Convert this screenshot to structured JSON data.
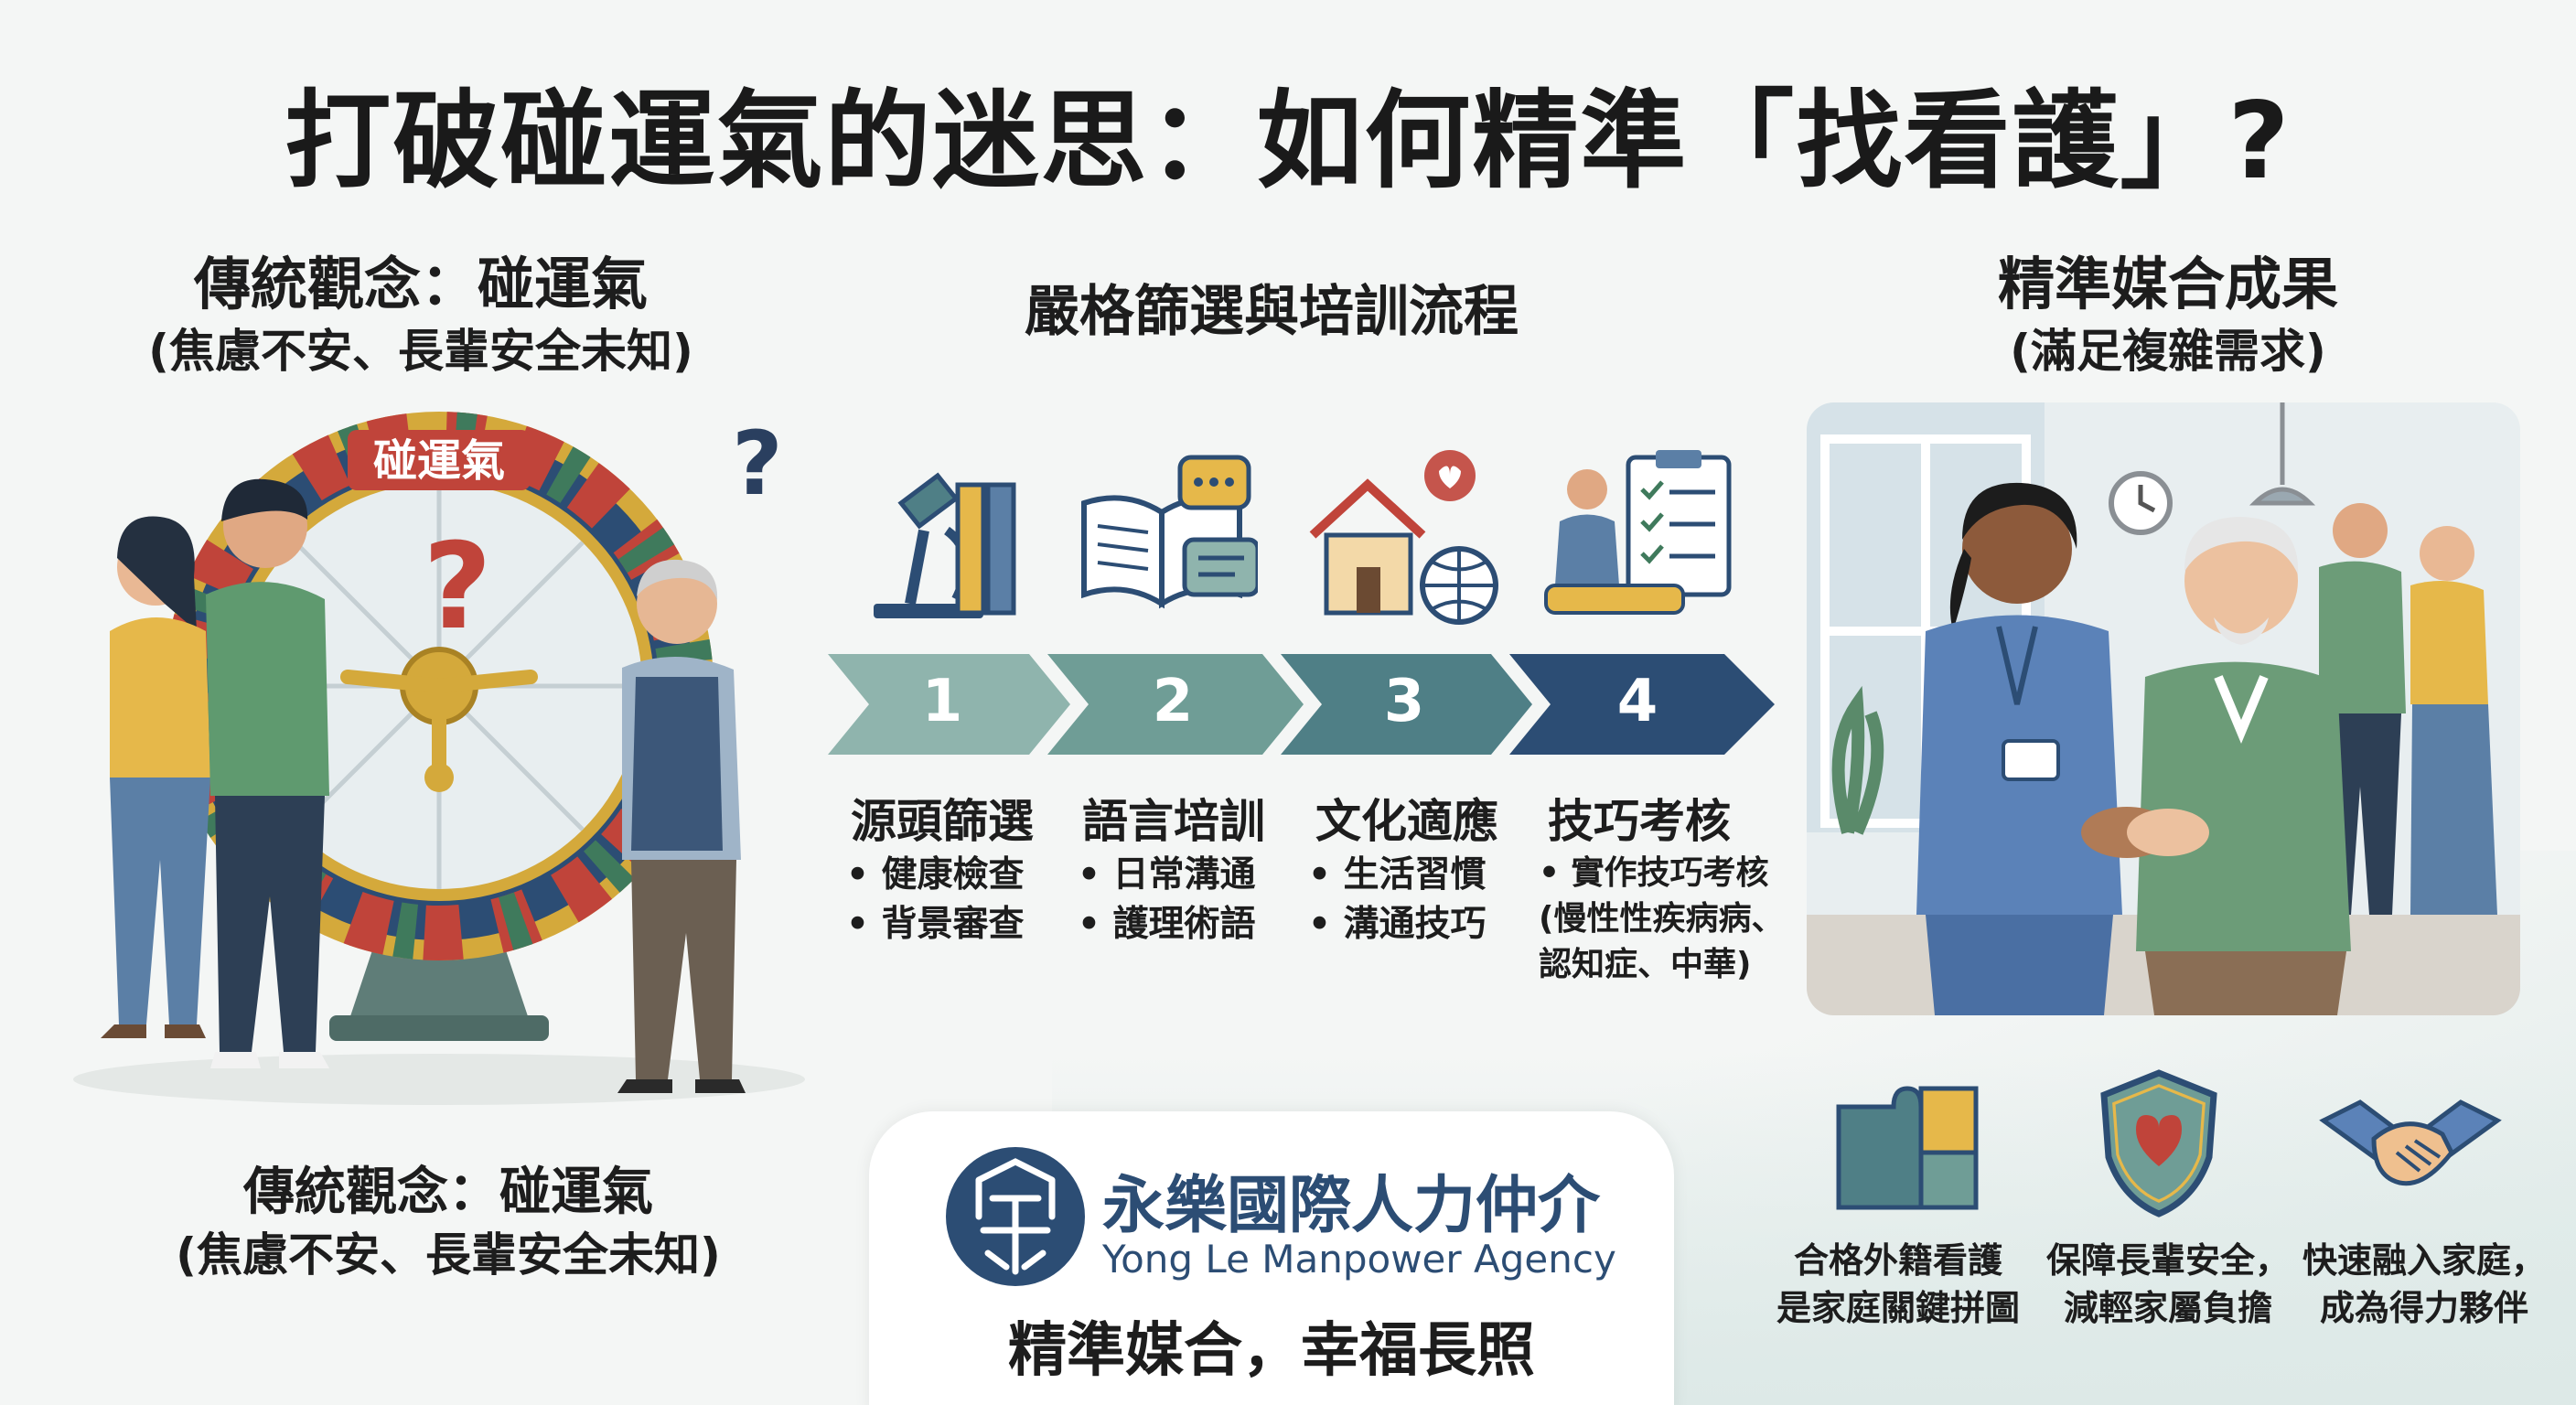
{
  "title": "打破碰運氣的迷思：如何精準「找看護」?",
  "left_section": {
    "heading": "傳統觀念：碰運氣",
    "subheading": "(焦慮不安、長輩安全未知)",
    "wheel_label": "碰運氣",
    "question_mark": "?",
    "bottom_heading": "傳統觀念：碰運氣",
    "bottom_subheading": "(焦慮不安、長輩安全未知)"
  },
  "process": {
    "heading": "嚴格篩選與培訓流程",
    "steps": [
      {
        "number": "1",
        "title": "源頭篩選",
        "bullets": [
          "• 健康檢查",
          "• 背景審查"
        ],
        "icon": "microscope-icon",
        "color": "#8fb4ad"
      },
      {
        "number": "2",
        "title": "語言培訓",
        "bullets": [
          "• 日常溝通",
          "• 護理術語"
        ],
        "icon": "book-chat-icon",
        "color": "#6f9d96"
      },
      {
        "number": "3",
        "title": "文化適應",
        "bullets": [
          "• 生活習慣",
          "• 溝通技巧"
        ],
        "icon": "house-globe-icon",
        "color": "#4f7f86"
      },
      {
        "number": "4",
        "title": "技巧考核",
        "bullets": [
          "• 實作技巧考核",
          "(慢性性疾病病、",
          "認知症、中華)"
        ],
        "icon": "caregiver-checklist-icon",
        "color": "#2c4d74"
      }
    ]
  },
  "result": {
    "heading": "精準媒合成果",
    "subheading": "(滿足複雜需求)",
    "benefits": [
      {
        "line1": "合格外籍看護",
        "line2": "是家庭關鍵拼圖",
        "icon": "puzzle-icon"
      },
      {
        "line1": "保障長輩安全，",
        "line2": "減輕家屬負擔",
        "icon": "heart-shield-icon"
      },
      {
        "line1": "快速融入家庭，",
        "line2": "成為得力夥伴",
        "icon": "handshake-icon"
      }
    ]
  },
  "brand": {
    "name_zh": "永樂國際人力仲介",
    "name_en": "Yong Le Manpower Agency",
    "slogan": "精準媒合，幸福長照"
  },
  "colors": {
    "navy": "#2c4d74",
    "teal": "#4f7f86",
    "gold": "#d4a93b",
    "red": "#c0443a"
  }
}
